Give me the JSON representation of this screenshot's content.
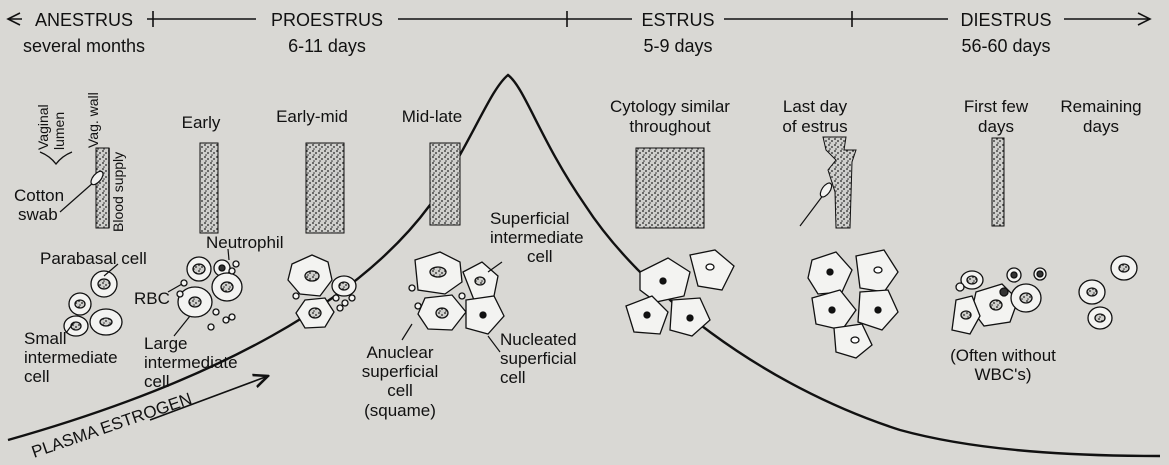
{
  "phases": {
    "anestrus": {
      "name": "ANESTRUS",
      "duration": "several months"
    },
    "proestrus": {
      "name": "PROESTRUS",
      "duration": "6-11 days"
    },
    "estrus": {
      "name": "ESTRUS",
      "duration": "5-9 days"
    },
    "diestrus": {
      "name": "DIESTRUS",
      "duration": "56-60 days"
    }
  },
  "anatomy": {
    "vaginal": "Vaginal",
    "lumen": "lumen",
    "vag_wall": "Vag. wall",
    "blood_supply": "Blood supply",
    "cotton": "Cotton",
    "swab": "swab"
  },
  "stages": {
    "early": "Early",
    "early_mid": "Early-mid",
    "mid_late": "Mid-late",
    "cytology_1": "Cytology similar",
    "cytology_2": "throughout",
    "last_day_1": "Last day",
    "last_day_2": "of estrus",
    "first_few_1": "First few",
    "first_few_2": "days",
    "remaining_1": "Remaining",
    "remaining_2": "days"
  },
  "cells": {
    "parabasal": "Parabasal cell",
    "rbc": "RBC",
    "neutrophil": "Neutrophil",
    "small_int_1": "Small",
    "small_int_2": "intermediate",
    "small_int_3": "cell",
    "large_int_1": "Large",
    "large_int_2": "intermediate",
    "large_int_3": "cell",
    "superficial_int_1": "Superficial",
    "superficial_int_2": "intermediate",
    "superficial_int_3": "cell",
    "anuclear_1": "Anuclear",
    "anuclear_2": "superficial",
    "anuclear_3": "cell",
    "anuclear_4": "(squame)",
    "nucleated_1": "Nucleated",
    "nucleated_2": "superficial",
    "nucleated_3": "cell",
    "often_without_1": "(Often without",
    "often_without_2": "WBC's)"
  },
  "curve_label": "PLASMA ESTROGEN",
  "colors": {
    "background": "#d9d8d4",
    "ink": "#111111"
  }
}
